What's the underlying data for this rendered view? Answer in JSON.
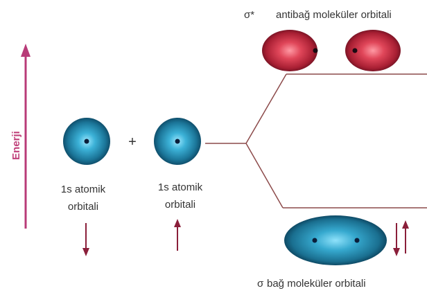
{
  "energy_axis": {
    "label": "Enerji"
  },
  "atomic_orbitals": [
    {
      "line1": "1s atomik",
      "line2": "orbitali",
      "spin": "down"
    },
    {
      "line1": "1s atomik",
      "line2": "orbitali",
      "spin": "up"
    }
  ],
  "plus_sign": "+",
  "antibonding": {
    "symbol": "σ*",
    "label": "antibağ moleküler orbitali"
  },
  "bonding": {
    "symbol": "σ",
    "label": "bağ moleküler orbitali",
    "spins": [
      "down",
      "up"
    ]
  },
  "colors": {
    "axis": "#b83b78",
    "arrow": "#8a1f3a",
    "connector": "#8c4a4a",
    "atomic_orbital": "#1e86a8",
    "antibonding_orbital": "#cc3346",
    "bonding_orbital": "#1e86a8"
  }
}
